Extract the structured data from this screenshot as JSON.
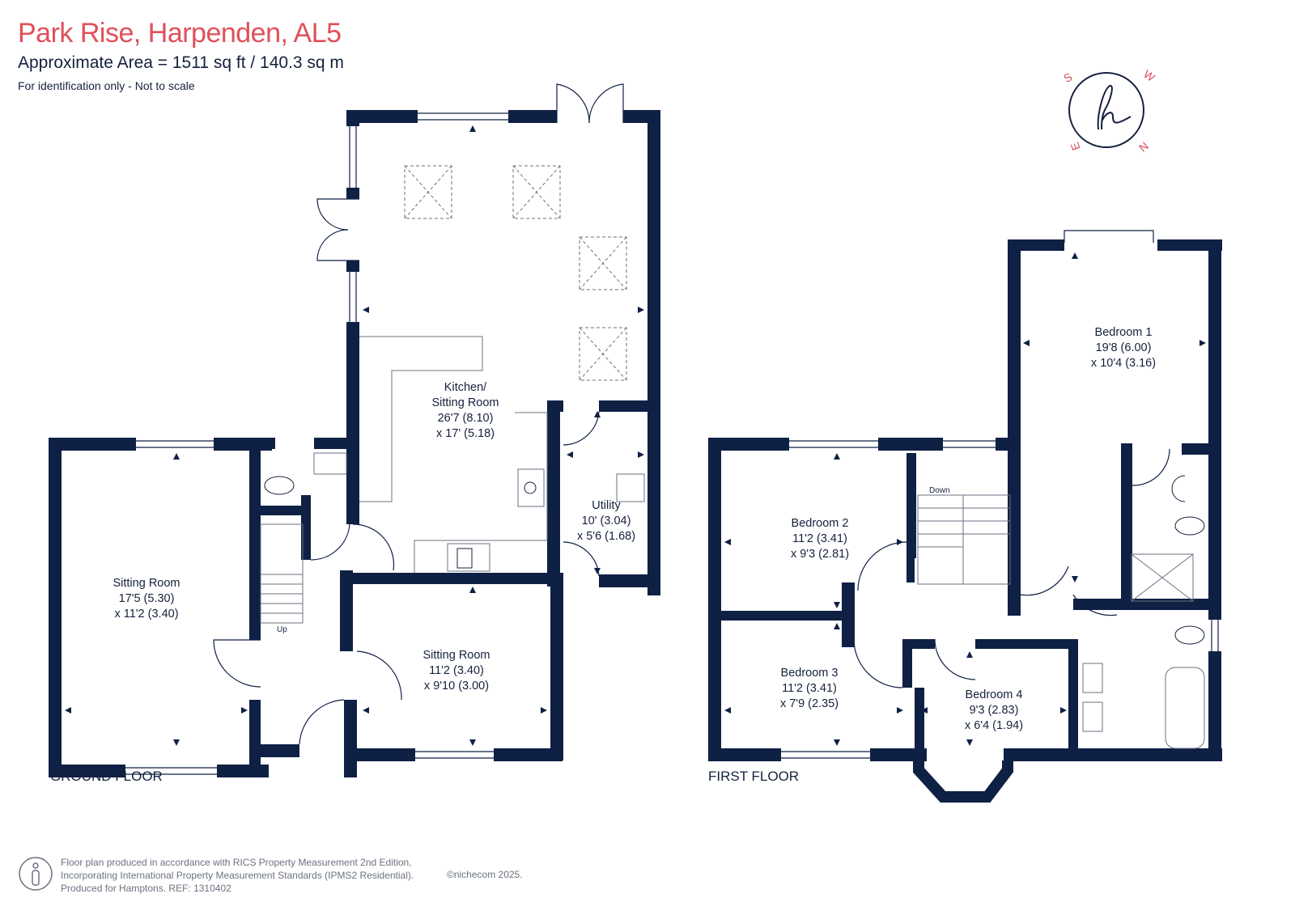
{
  "header": {
    "title": "Park Rise, Harpenden, AL5",
    "area": "Approximate Area = 1511 sq ft / 140.3 sq m",
    "note": "For identification only - Not to scale"
  },
  "floors": {
    "ground": "GROUND FLOOR",
    "first": "FIRST FLOOR"
  },
  "rooms": {
    "kitchen": {
      "name1": "Kitchen/",
      "name2": "Sitting Room",
      "dim1": "26'7 (8.10)",
      "dim2": "x 17' (5.18)"
    },
    "utility": {
      "name": "Utility",
      "dim1": "10' (3.04)",
      "dim2": "x 5'6 (1.68)"
    },
    "sitting_left": {
      "name": "Sitting Room",
      "dim1": "17'5 (5.30)",
      "dim2": "x 11'2 (3.40)"
    },
    "sitting_right": {
      "name": "Sitting Room",
      "dim1": "11'2 (3.40)",
      "dim2": "x 9'10 (3.00)"
    },
    "bedroom1": {
      "name": "Bedroom 1",
      "dim1": "19'8 (6.00)",
      "dim2": "x 10'4 (3.16)"
    },
    "bedroom2": {
      "name": "Bedroom 2",
      "dim1": "11'2 (3.41)",
      "dim2": "x 9'3 (2.81)"
    },
    "bedroom3": {
      "name": "Bedroom 3",
      "dim1": "11'2 (3.41)",
      "dim2": "x 7'9 (2.35)"
    },
    "bedroom4": {
      "name": "Bedroom 4",
      "dim1": "9'3 (2.83)",
      "dim2": "x 6'4 (1.94)"
    }
  },
  "stairs": {
    "up": "Up",
    "down": "Down"
  },
  "compass": {
    "s": "S",
    "w": "W",
    "n": "N",
    "e": "E"
  },
  "footer": {
    "line1": "Floor plan produced in accordance with RICS Property Measurement 2nd Edition,",
    "line2": "Incorporating International Property Measurement Standards (IPMS2 Residential).",
    "line3": "Produced for Hamptons.  REF:  1310402",
    "credit": "©nichecom 2025."
  },
  "colors": {
    "wall": "#0f2045",
    "title": "#e0505a",
    "compass": "#d9485a"
  }
}
